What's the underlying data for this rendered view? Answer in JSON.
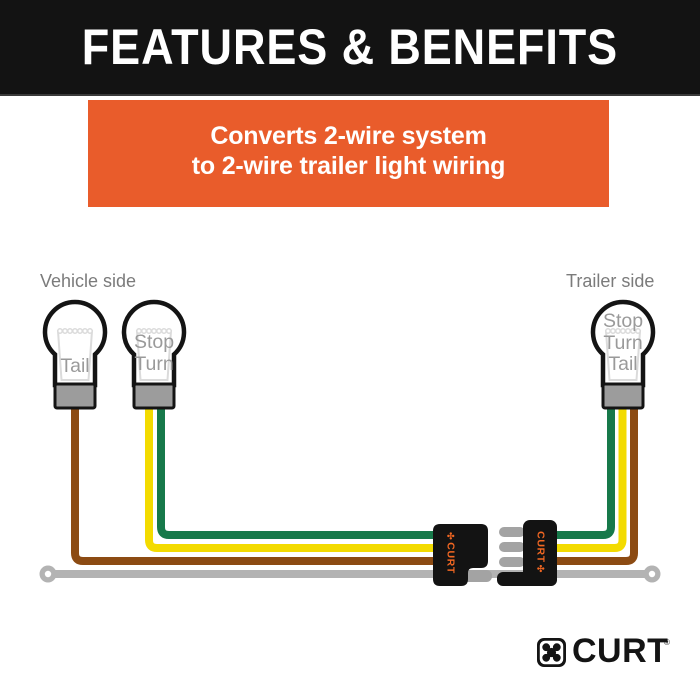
{
  "header": {
    "title": "FEATURES & BENEFITS"
  },
  "banner": {
    "line1": "Converts 2-wire system",
    "line2": "to 2-wire trailer light wiring"
  },
  "diagram": {
    "vehicle_side_label": "Vehicle side",
    "trailer_side_label": "Trailer side",
    "bulbs": {
      "vehicle_tail": {
        "labels": [
          "Tail"
        ]
      },
      "vehicle_stop_turn": {
        "labels": [
          "Stop",
          "Turn"
        ]
      },
      "trailer_combined": {
        "labels": [
          "Stop",
          "Turn",
          "Tail"
        ]
      }
    },
    "connectors": {
      "left_brand": "CURT",
      "right_brand": "CURT"
    }
  },
  "icons": {
    "curt_clover": "✣"
  },
  "colors": {
    "header_bg": "#131313",
    "banner_bg": "#E95C2B",
    "brand_orange": "#F26722",
    "wire_brown": "#8C4B13",
    "wire_yellow": "#F3DB00",
    "wire_green": "#17794A",
    "wire_gray": "#B3B3B3",
    "connector_black": "#131313"
  },
  "footer": {
    "brand": "CURT",
    "trademark": "®"
  }
}
